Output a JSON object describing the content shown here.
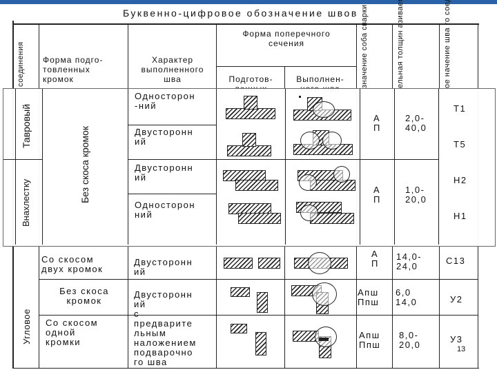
{
  "title": "Буквенно-цифровое обозначение швов",
  "headers": {
    "joint_type": "соединения",
    "edge_prep": "Форма подго-\nтовленных\nкромок",
    "weld_character": "Характер\nвыполненного\nшва",
    "cross_section": "Форма поперечного\nсечения",
    "prepared": "Подготов-\nленных",
    "completed": "Выполнен-\nного шва",
    "weld_method": "значение\nсоба сварки",
    "thickness": "ельная толщин\nазиваемых\nделий, мм",
    "symbol": "ое\nначение шва\nго соединения"
  },
  "sections": {
    "t_joint": "Тавровый",
    "lap_joint": "Внахлестку",
    "no_bevel": "Без скоса кромок",
    "corner": "Угловое"
  },
  "rows": [
    {
      "character": "Односторон\n-ний",
      "method": "",
      "thickness": "",
      "code": "Т1"
    },
    {
      "character": "Двусторонн\nий",
      "method": "А\nП",
      "thickness": "2,0-\n40,0",
      "code": "Т5"
    },
    {
      "character": "Двусторонн\nий",
      "method": "",
      "thickness": "",
      "code": "Н2"
    },
    {
      "character": "Односторон\nний",
      "method": "А\nП",
      "thickness": "1,0-\n20,0",
      "code": "Н1"
    },
    {
      "edge": "Со скосом\nдвух кромок",
      "character": "Двусторонн\nий",
      "method": "А\nП",
      "thickness": "14,0-\n24,0",
      "code": "С13"
    },
    {
      "edge": "Без скоса\nкромок",
      "character": "Двусторонн\nий\nс\nпредварите\nльным\nналожением\nподварочно\nго шва",
      "method": "Апш\nПпш",
      "thickness": "6,0\n14,0",
      "code": "У2"
    },
    {
      "edge": "Со скосом\nодной\nкромки",
      "character": "",
      "method": "Апш\nПпш",
      "thickness": "8,0-\n20,0",
      "code": "У3"
    }
  ],
  "page_number": "13",
  "colors": {
    "accent_bar": "#2a62a8",
    "ink": "#222222"
  }
}
